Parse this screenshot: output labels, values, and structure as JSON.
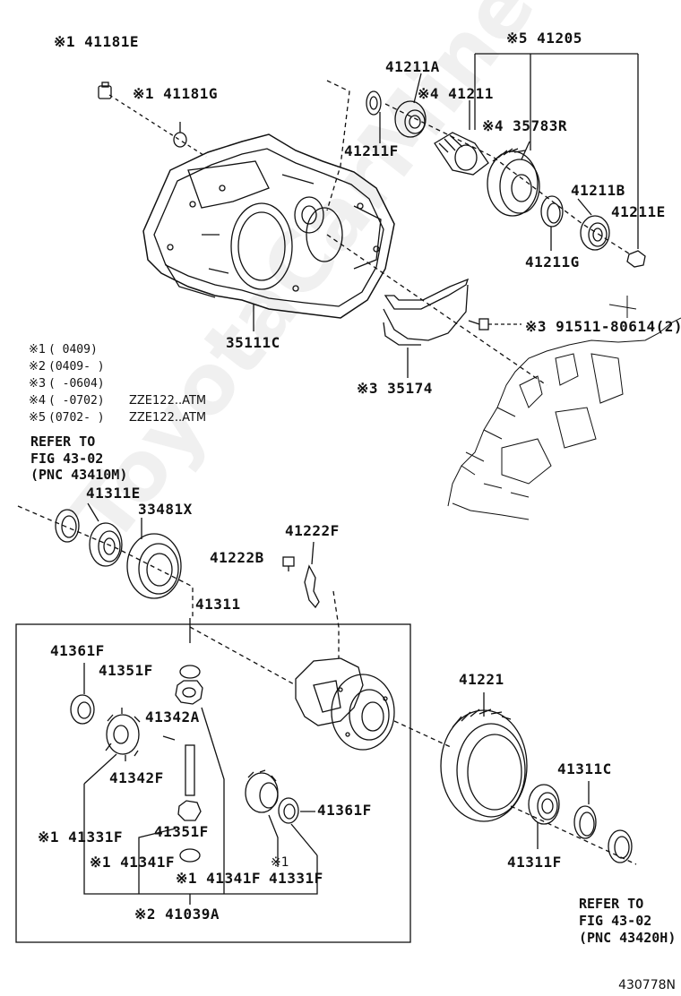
{
  "watermark": "ToyotaCarMine.ru",
  "labels": {
    "p41181E": "※1 41181E",
    "p41181G": "※1 41181G",
    "p41211A": "41211A",
    "p41211": "※4 41211",
    "p41205": "※5 41205",
    "p35783R": "※4 35783R",
    "p41211F": "41211F",
    "p41211B": "41211B",
    "p41211E": "41211E",
    "p41211G": "41211G",
    "p91511": "※3 91511-80614(2)",
    "p35111C": "35111C",
    "p35174": "※3 35174",
    "p41311E": "41311E",
    "p33481X": "33481X",
    "p41222F": "41222F",
    "p41222B": "41222B",
    "p41311": "41311",
    "p41361F_a": "41361F",
    "p41351F_a": "41351F",
    "p41342A": "41342A",
    "p41342F": "41342F",
    "p41331F_a": "※1 41331F",
    "p41351F_b": "41351F",
    "p41341F_a": "※1 41341F",
    "p41341F_b": "※1 41341F",
    "p41331F_b_mark": "※1",
    "p41331F_b": "41331F",
    "p41361F_b": "41361F",
    "p41039A": "※2 41039A",
    "p41221": "41221",
    "p41311C": "41311C",
    "p41311F": "41311F"
  },
  "notes": [
    {
      "mark": "※1",
      "range": "(      0409)",
      "model": ""
    },
    {
      "mark": "※2",
      "range": "(0409-      )",
      "model": ""
    },
    {
      "mark": "※3",
      "range": "(      -0604)",
      "model": ""
    },
    {
      "mark": "※4",
      "range": "(      -0702)",
      "model": "ZZE122..ATM"
    },
    {
      "mark": "※5",
      "range": "(0702-      )",
      "model": "ZZE122..ATM"
    }
  ],
  "refer_left": {
    "line1": "REFER TO",
    "line2": "FIG 43-02",
    "line3": "(PNC 43410M)"
  },
  "refer_right": {
    "line1": "REFER TO",
    "line2": "FIG 43-02",
    "line3": "(PNC 43420H)"
  },
  "figure_id": "430778N"
}
